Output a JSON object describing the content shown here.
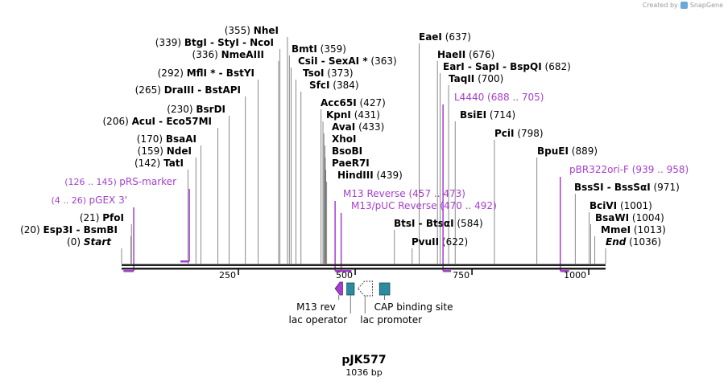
{
  "credit": {
    "prefix": "Created by",
    "brand": "SnapGene"
  },
  "plasmid": {
    "name": "pJK577",
    "size_label": "1036 bp",
    "length": 1036
  },
  "colors": {
    "purple": "#a53ecc",
    "teal": "#2a8c9e",
    "line": "#6b6b6b"
  },
  "ruler": {
    "ticks": [
      {
        "pos": 250,
        "label": "250"
      },
      {
        "pos": 500,
        "label": "500"
      },
      {
        "pos": 750,
        "label": "750"
      },
      {
        "pos": 1000,
        "label": "1000"
      }
    ]
  },
  "sites": [
    {
      "pos": 0,
      "text": "(0)",
      "name": "Start",
      "special": "start"
    },
    {
      "pos": 20,
      "text": "(20)",
      "name": "Esp3I  -  BsmBI"
    },
    {
      "pos": 21,
      "text": "(21)",
      "name": "PfoI"
    },
    {
      "pos": 142,
      "text": "(142)",
      "name": "TatI"
    },
    {
      "pos": 159,
      "text": "(159)",
      "name": "NdeI"
    },
    {
      "pos": 170,
      "text": "(170)",
      "name": "BsaAI"
    },
    {
      "pos": 206,
      "text": "(206)",
      "name": "AcuI  -  Eco57MI"
    },
    {
      "pos": 230,
      "text": "(230)",
      "name": "BsrDI"
    },
    {
      "pos": 265,
      "text": "(265)",
      "name": "DraIII  -  BstAPI"
    },
    {
      "pos": 292,
      "text": "(292)",
      "name": "MflI *  -  BstYI"
    },
    {
      "pos": 336,
      "text": "(336)",
      "name": "NmeAIII"
    },
    {
      "pos": 339,
      "text": "(339)",
      "name": "BtgI  -  StyI  -  NcoI"
    },
    {
      "pos": 355,
      "text": "(355)",
      "name": "NheI"
    },
    {
      "pos": 359,
      "text": "(359)",
      "name": "BmtI"
    },
    {
      "pos": 363,
      "text": "(363)",
      "name": "CsiI  -  SexAI *"
    },
    {
      "pos": 373,
      "text": "(373)",
      "name": "TsoI"
    },
    {
      "pos": 384,
      "text": "(384)",
      "name": "SfcI"
    },
    {
      "pos": 427,
      "text": "(427)",
      "name": "Acc65I"
    },
    {
      "pos": 431,
      "text": "(431)",
      "name": "KpnI"
    },
    {
      "pos": 433,
      "text": "(433)",
      "name": "AvaI"
    },
    {
      "pos": 435,
      "text": "",
      "name": "XhoI"
    },
    {
      "pos": 436,
      "text": "",
      "name": "BsoBI"
    },
    {
      "pos": 437,
      "text": "",
      "name": "PaeR7I"
    },
    {
      "pos": 439,
      "text": "(439)",
      "name": "HindIII"
    },
    {
      "pos": 584,
      "text": "(584)",
      "name": "BtsI  -  BtsαI"
    },
    {
      "pos": 622,
      "text": "(622)",
      "name": "PvuII"
    },
    {
      "pos": 637,
      "text": "(637)",
      "name": "EaeI"
    },
    {
      "pos": 676,
      "text": "(676)",
      "name": "HaeII"
    },
    {
      "pos": 682,
      "text": "(682)",
      "name": "EarI  -  SapI  -  BspQI"
    },
    {
      "pos": 700,
      "text": "(700)",
      "name": "TaqII"
    },
    {
      "pos": 714,
      "text": "(714)",
      "name": "BsiEI"
    },
    {
      "pos": 798,
      "text": "(798)",
      "name": "PciI"
    },
    {
      "pos": 889,
      "text": "(889)",
      "name": "BpuEI"
    },
    {
      "pos": 971,
      "text": "(971)",
      "name": "BssSI  -  BssSαI"
    },
    {
      "pos": 1001,
      "text": "(1001)",
      "name": "BciVI"
    },
    {
      "pos": 1004,
      "text": "(1004)",
      "name": "BsaWI"
    },
    {
      "pos": 1013,
      "text": "(1013)",
      "name": "MmeI"
    },
    {
      "pos": 1036,
      "text": "(1036)",
      "name": "End",
      "special": "end"
    }
  ],
  "primers": [
    {
      "start": 4,
      "end": 26,
      "range": "(4 .. 26)",
      "name": "pGEX 3'"
    },
    {
      "start": 126,
      "end": 145,
      "range": "(126 .. 145)",
      "name": "pRS-marker"
    },
    {
      "start": 457,
      "end": 473,
      "range": "M13 Reverse",
      "name": "(457 .. 473)",
      "swap": true
    },
    {
      "start": 470,
      "end": 492,
      "range": "M13/pUC Reverse",
      "name": "(470 .. 492)",
      "swap": true
    },
    {
      "start": 688,
      "end": 705,
      "range": "L4440",
      "name": "(688 .. 705)",
      "swap": true
    },
    {
      "start": 939,
      "end": 958,
      "range": "pBR322ori-F",
      "name": "(939 .. 958)",
      "swap": true
    }
  ],
  "features": {
    "m13_rev": "M13 rev",
    "lac_operator": "lac operator",
    "lac_promoter": "lac promoter",
    "cap_site": "CAP binding site"
  }
}
